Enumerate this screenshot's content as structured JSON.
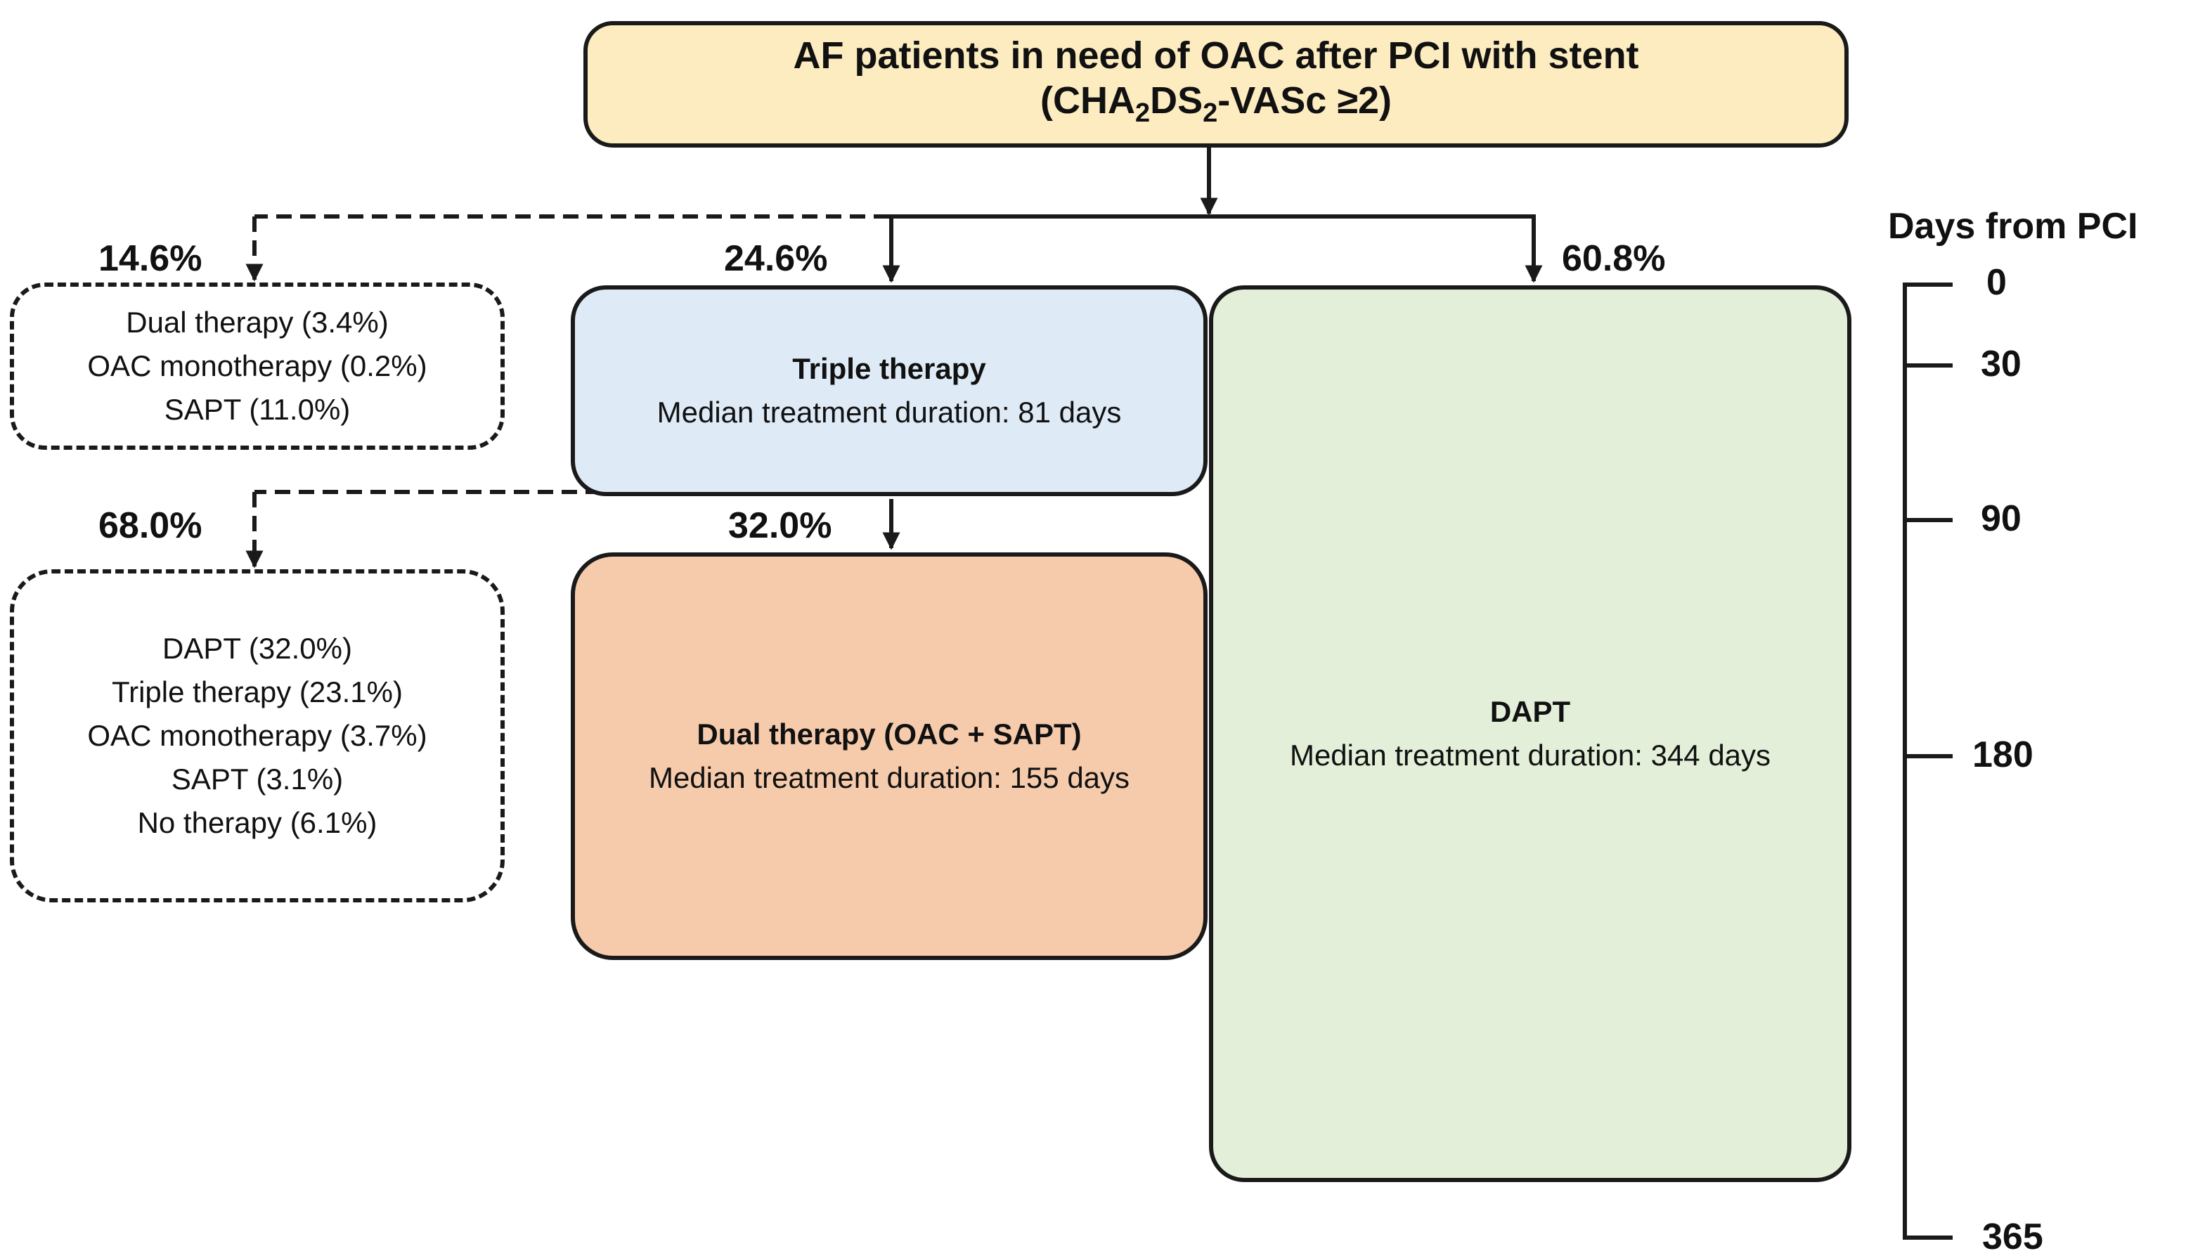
{
  "header": {
    "line1": "AF patients in need of OAC after PCI with stent",
    "score_open": "(CHA",
    "score_sub1": "2",
    "score_mid": "DS",
    "score_sub2": "2",
    "score_close": "-VASc ≥2)"
  },
  "percentages": {
    "other_initial": "14.6%",
    "triple": "24.6%",
    "dapt": "60.8%",
    "after_triple_other": "68.0%",
    "after_triple_dual": "32.0%"
  },
  "boxes": {
    "initial_other": [
      "Dual therapy (3.4%)",
      "OAC monotherapy (0.2%)",
      "SAPT (11.0%)"
    ],
    "triple": {
      "title": "Triple therapy",
      "duration": "Median treatment duration: 81 days"
    },
    "after_triple_other": [
      "DAPT (32.0%)",
      "Triple therapy (23.1%)",
      "OAC monotherapy (3.7%)",
      "SAPT (3.1%)",
      "No therapy (6.1%)"
    ],
    "dual": {
      "title": "Dual therapy (OAC + SAPT)",
      "duration": "Median treatment duration: 155 days"
    },
    "dapt": {
      "title": "DAPT",
      "duration": "Median treatment duration: 344 days"
    }
  },
  "timeline": {
    "title": "Days from PCI",
    "ticks": [
      "0",
      "30",
      "90",
      "180",
      "365"
    ]
  },
  "colors": {
    "header_fill": "#fcecc0",
    "triple_fill": "#deeaf6",
    "dual_fill": "#f6cbac",
    "dapt_fill": "#e3efd9"
  }
}
